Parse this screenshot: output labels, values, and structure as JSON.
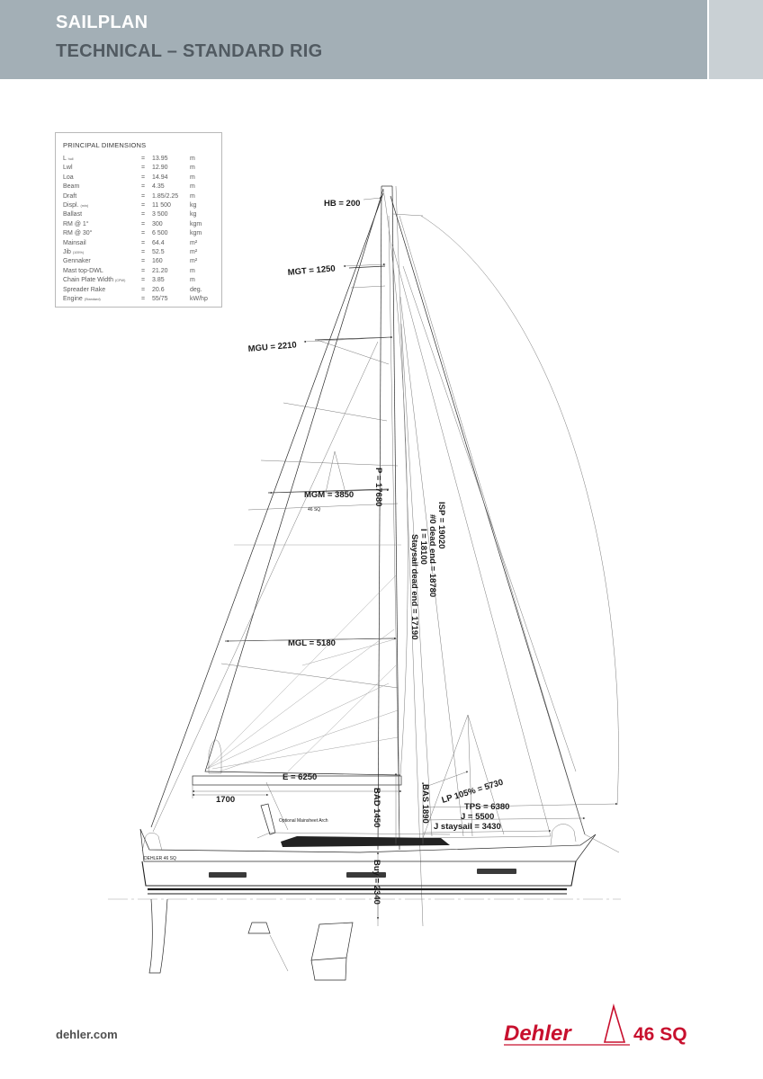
{
  "header": {
    "title_line1": "SAILPLAN",
    "title_line2": "TECHNICAL – STANDARD RIG"
  },
  "principal_dimensions": {
    "heading": "PRINCIPAL DIMENSIONS",
    "rows": [
      {
        "label": "L",
        "sub": "hull",
        "eq": "=",
        "value": "13.95",
        "unit": "m"
      },
      {
        "label": "Lwl",
        "sub": "",
        "eq": "=",
        "value": "12.90",
        "unit": "m"
      },
      {
        "label": "Loa",
        "sub": "",
        "eq": "=",
        "value": "14.94",
        "unit": "m"
      },
      {
        "label": "Beam",
        "sub": "",
        "eq": "=",
        "value": "4.35",
        "unit": "m"
      },
      {
        "label": "Draft",
        "sub": "",
        "eq": "=",
        "value": "1.85/2.25",
        "unit": "m"
      },
      {
        "label": "Displ.",
        "sub": "(min)",
        "eq": "=",
        "value": "11 500",
        "unit": "kg"
      },
      {
        "label": "Ballast",
        "sub": "",
        "eq": "=",
        "value": "3 500",
        "unit": "kg"
      },
      {
        "label": "RM @ 1°",
        "sub": "",
        "eq": "=",
        "value": "300",
        "unit": "kgm"
      },
      {
        "label": "RM @ 30°",
        "sub": "",
        "eq": "=",
        "value": "6 500",
        "unit": "kgm"
      },
      {
        "label": "Mainsail",
        "sub": "",
        "eq": "=",
        "value": "64.4",
        "unit": "m²"
      },
      {
        "label": "Jib",
        "sub": "(105%)",
        "eq": "=",
        "value": "52.5",
        "unit": "m²"
      },
      {
        "label": "Gennaker",
        "sub": "",
        "eq": "=",
        "value": "160",
        "unit": "m²"
      },
      {
        "label": "Mast top-DWL",
        "sub": "",
        "eq": "=",
        "value": "21.20",
        "unit": "m"
      },
      {
        "label": "Chain Plate Width",
        "sub": "(CPW)",
        "eq": "=",
        "value": "3.85",
        "unit": "m"
      },
      {
        "label": "Spreader Rake",
        "sub": "",
        "eq": "=",
        "value": "20.6",
        "unit": "deg."
      },
      {
        "label": "Engine",
        "sub": "(Standard)",
        "eq": "=",
        "value": "55/75",
        "unit": "kW/hp"
      }
    ]
  },
  "annotations": {
    "hb": "HB = 200",
    "mgt": "MGT = 1250",
    "mgu": "MGU = 2210",
    "mgm": "MGM = 3850",
    "mgl": "MGL = 5180",
    "e": "E = 6250",
    "boom_offset": "1700",
    "p": "P = 17680",
    "isp": "ISP = 19020",
    "dead_end_0": "#0 dead end = 18780",
    "i": "I = 18100",
    "staysail_dead_end": "Staysail dead end = 17190",
    "bad": "BAD 1450",
    "bas": "BAS 1890",
    "buy": "Buy = 2340",
    "lp": "LP 105% = 5730",
    "tps": "TPS = 6380",
    "j": "J = 5500",
    "j_staysail": "J staysail = 3430",
    "mainsheet_arch": "Optional Mainsheet Arch",
    "sail_insignia": "46 SQ",
    "hull_tag": "DEHLER 46 SQ"
  },
  "footer": {
    "url": "dehler.com",
    "brand": "Dehler",
    "model": "46 SQ",
    "brand_color": "#c8102e"
  }
}
